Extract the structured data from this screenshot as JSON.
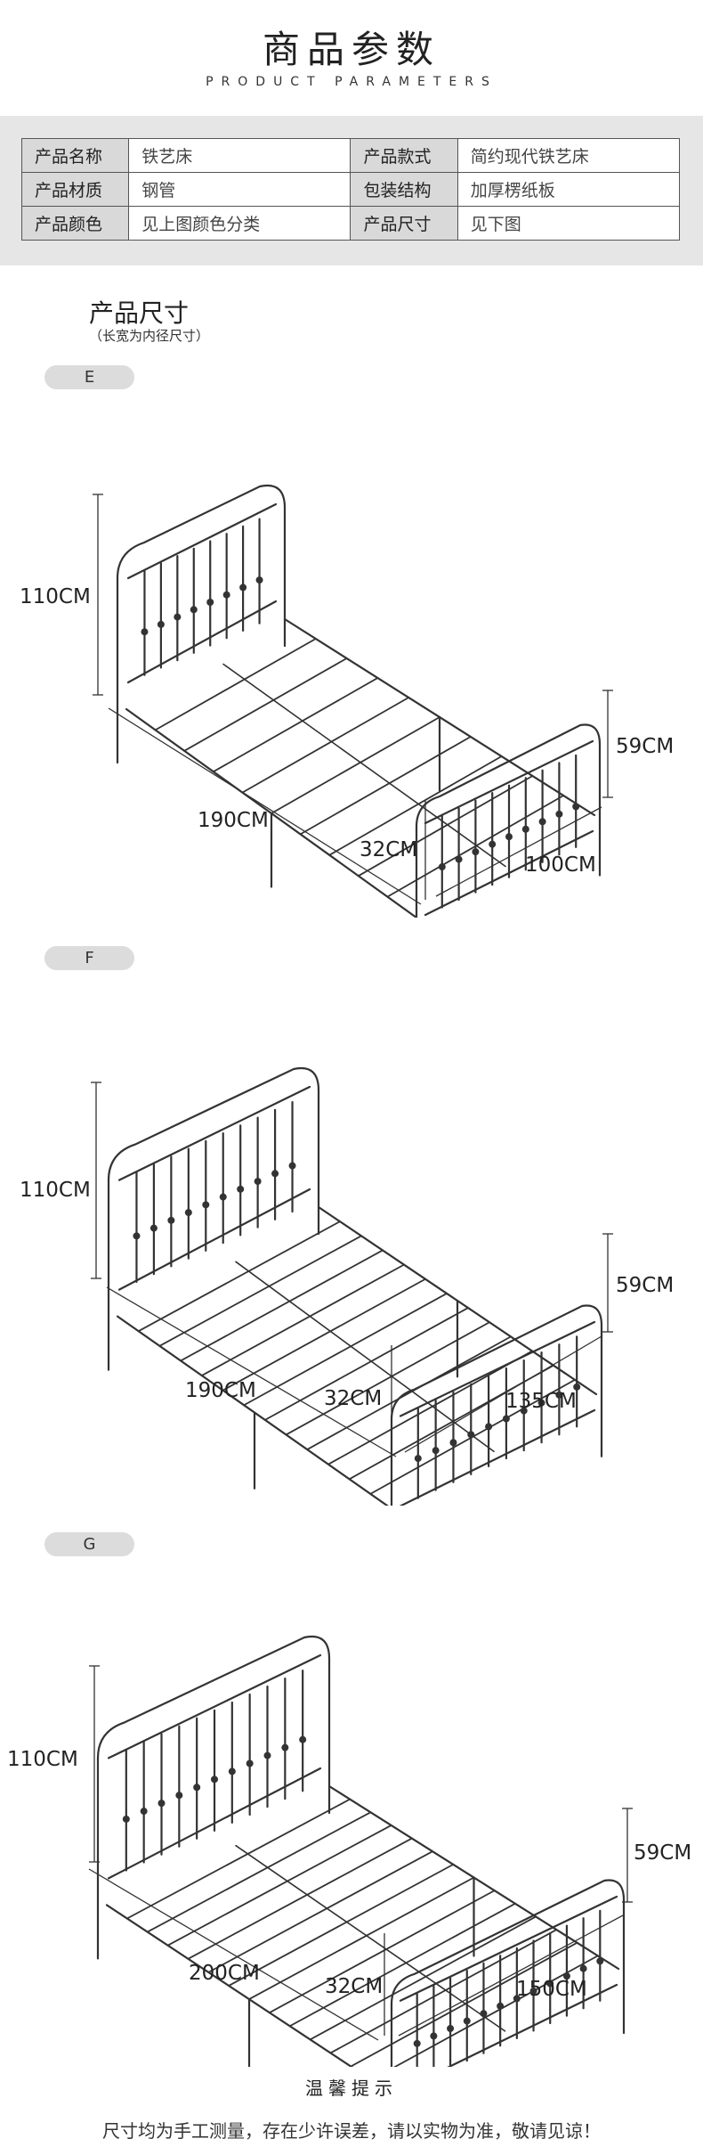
{
  "header": {
    "title": "商品参数",
    "subtitle": "PRODUCT PARAMETERS"
  },
  "params": [
    [
      {
        "k": "产品名称",
        "v": "铁艺床"
      },
      {
        "k": "产品款式",
        "v": "简约现代铁艺床"
      }
    ],
    [
      {
        "k": "产品材质",
        "v": "钢管"
      },
      {
        "k": "包装结构",
        "v": "加厚楞纸板"
      }
    ],
    [
      {
        "k": "产品颜色",
        "v": "见上图颜色分类"
      },
      {
        "k": "产品尺寸",
        "v": "见下图"
      }
    ]
  ],
  "size": {
    "title": "产品尺寸",
    "note": "（长宽为内径尺寸）"
  },
  "models": [
    {
      "label": "E",
      "head_height": "110CM",
      "foot_height": "59CM",
      "length": "190CM",
      "leg": "32CM",
      "width": "100CM"
    },
    {
      "label": "F",
      "head_height": "110CM",
      "foot_height": "59CM",
      "length": "190CM",
      "leg": "32CM",
      "width": "135CM"
    },
    {
      "label": "G",
      "head_height": "110CM",
      "foot_height": "59CM",
      "length": "200CM",
      "leg": "32CM",
      "width": "150CM"
    }
  ],
  "tips": {
    "title": "温馨提示",
    "text": "尺寸均为手工测量，存在少许误差，请以实物为准，敬请见谅！"
  },
  "colors": {
    "band": "#e6e6e6",
    "key_cell": "#d9d9d9",
    "pill": "#dcdcdc",
    "line": "#333333"
  }
}
